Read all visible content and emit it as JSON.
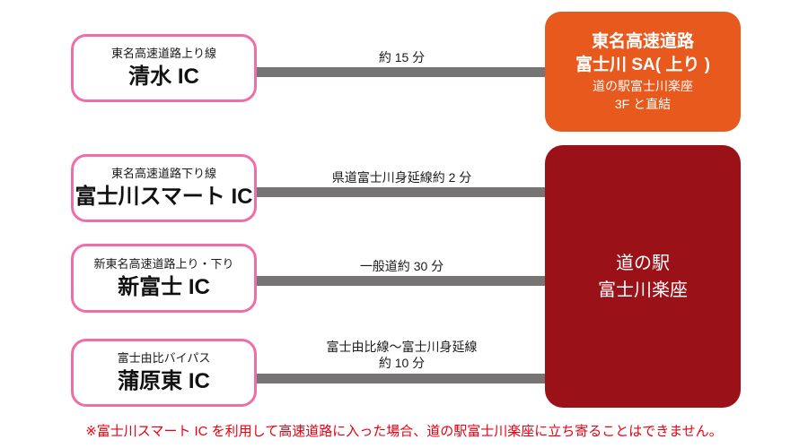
{
  "diagram": {
    "rows": [
      {
        "road": "東名高速道路上り線",
        "ic": "清水 IC",
        "time": "約 15 分"
      },
      {
        "road": "東名高速道路下り線",
        "ic": "富士川スマート IC",
        "time": "県道富士川身延線約 2 分"
      },
      {
        "road": "新東名高速道路上り・下り",
        "ic": "新富士 IC",
        "time": "一般道約 30 分"
      },
      {
        "road": "富士由比バイパス",
        "ic": "蒲原東 IC",
        "time": "富士由比線〜富士川身延線",
        "time_line2": "約 10 分"
      }
    ],
    "destination_sa": {
      "title_line1": "東名高速道路",
      "title_line2": "富士川 SA( 上り )",
      "subtitle_line1": "道の駅富士川楽座",
      "subtitle_line2": "3F と直結"
    },
    "destination_station": {
      "line1": "道の駅",
      "line2": "富士川楽座"
    },
    "note": "※富士川スマート IC を利用して高速道路に入った場合、道の駅富士川楽座に立ち寄ることはできません。",
    "colors": {
      "pink_border": "#F06EA8",
      "orange_box": "#E8591E",
      "dark_red_box": "#9A1218",
      "connector_gray": "#777475",
      "note_red": "#E60012"
    }
  }
}
